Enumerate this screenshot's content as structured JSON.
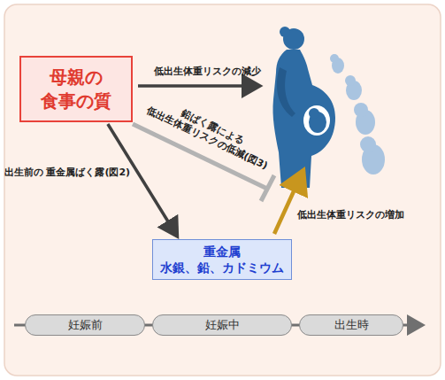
{
  "diagram": {
    "nodes": [
      {
        "text": [
          "母親の 食事の質"
        ]
      },
      {
        "text": [
          "重金属",
          "水銀、鉛、カドミウム"
        ]
      },
      {
        "text": [
          "妊娠前"
        ]
      },
      {
        "text": [
          "妊娠中"
        ]
      },
      {
        "text": [
          "出生時"
        ]
      }
    ],
    "edges": [
      {
        "from": 0,
        "to": 1,
        "arrow": "to",
        "label": "出生前の 重金属ばく露(図2)"
      }
    ],
    "labels": [
      "低出生体重リスクの減少",
      "鉛ばく露による 低出生体重リスクの低減(図3)",
      "低出生体重リスクの増加"
    ]
  }
}
